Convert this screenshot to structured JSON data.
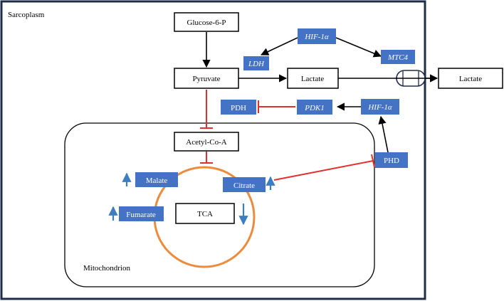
{
  "compartments": {
    "outer": "Sarcoplasm",
    "inner": "Mitochondrion"
  },
  "nodes": {
    "glucose6p": "Glucose-6-P",
    "pyruvate": "Pyruvate",
    "lactate_in": "Lactate",
    "lactate_out": "Lactate",
    "acetyl_coa": "Acetyl-Co-A",
    "tca": "TCA"
  },
  "badges": {
    "hif1a_top": "HIF-1α",
    "ldh": "LDH",
    "mtc4": "MTC4",
    "pdh": "PDH",
    "pdk1": "PDK1",
    "hif1a_mid": "HIF-1α",
    "phd": "PHD",
    "malate": "Malate",
    "citrate": "Citrate",
    "fumarate": "Fumarate"
  },
  "colors": {
    "badge_fill": "#4472c4",
    "inhibit": "#e03030",
    "cycle": "#ed8b3c",
    "trend_arrow": "#3d7ec0",
    "frame": "#1f2d4a"
  },
  "trends": {
    "malate": "up",
    "citrate": "up",
    "fumarate": "up",
    "tca": "down"
  }
}
